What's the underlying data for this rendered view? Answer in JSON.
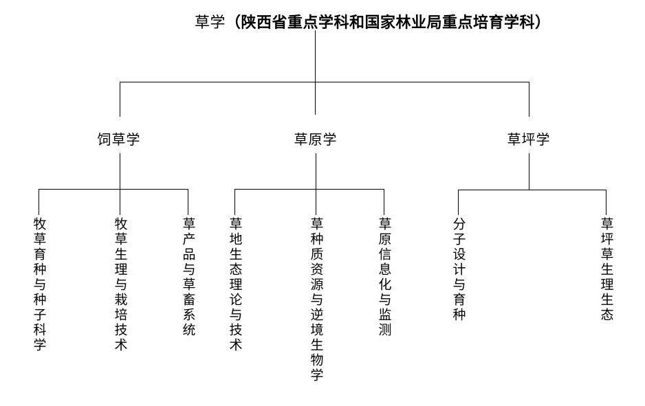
{
  "title": {
    "prefix": "草学",
    "detail": "（陕西省重点学科和国家林业局重点培育学科）"
  },
  "tree": {
    "root": "草学（陕西省重点学科和国家林业局重点培育学科）",
    "branches": [
      {
        "label": "饲草学",
        "children": [
          "牧草育种与种子科学",
          "牧草生理与栽培技术",
          "草产品与草畜系统"
        ]
      },
      {
        "label": "草原学",
        "children": [
          "草地生态理论与技术",
          "草种质资源与逆境生物学",
          "草原信息化与监测"
        ]
      },
      {
        "label": "草坪学",
        "children": [
          "分子设计与育种",
          "草坪草生理生态"
        ]
      }
    ]
  },
  "colors": {
    "line": "#000000",
    "text": "#000000",
    "background": "#ffffff"
  }
}
